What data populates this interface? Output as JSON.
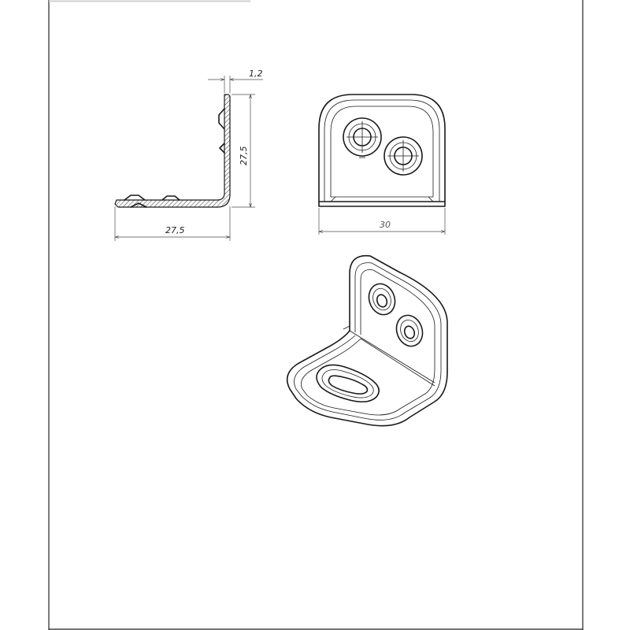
{
  "drawing": {
    "dimensions": {
      "thickness": "1,2",
      "height": "27,5",
      "length": "27,5",
      "width": "30"
    }
  }
}
